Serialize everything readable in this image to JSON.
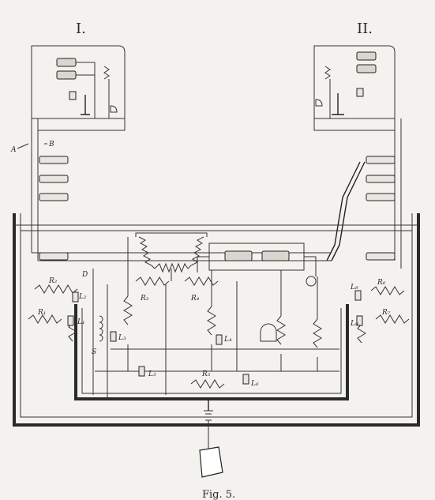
{
  "figure": {
    "station_left": "I.",
    "station_right": "II.",
    "caption": "Fig. 5."
  },
  "labels": {
    "A": "A",
    "B": "B",
    "D": "D",
    "S": "S",
    "R1": "R₁",
    "R2": "R₂",
    "R3": "R₃",
    "R4": "R₄",
    "R5": "R₅",
    "R6": "R₆",
    "R7": "R₇",
    "L1": "L₁",
    "L2": "L₂",
    "L3": "L₃",
    "L4": "L₄",
    "L5": "L₅",
    "L6": "L₆",
    "L8": "L₈",
    "L9": "L₉"
  }
}
